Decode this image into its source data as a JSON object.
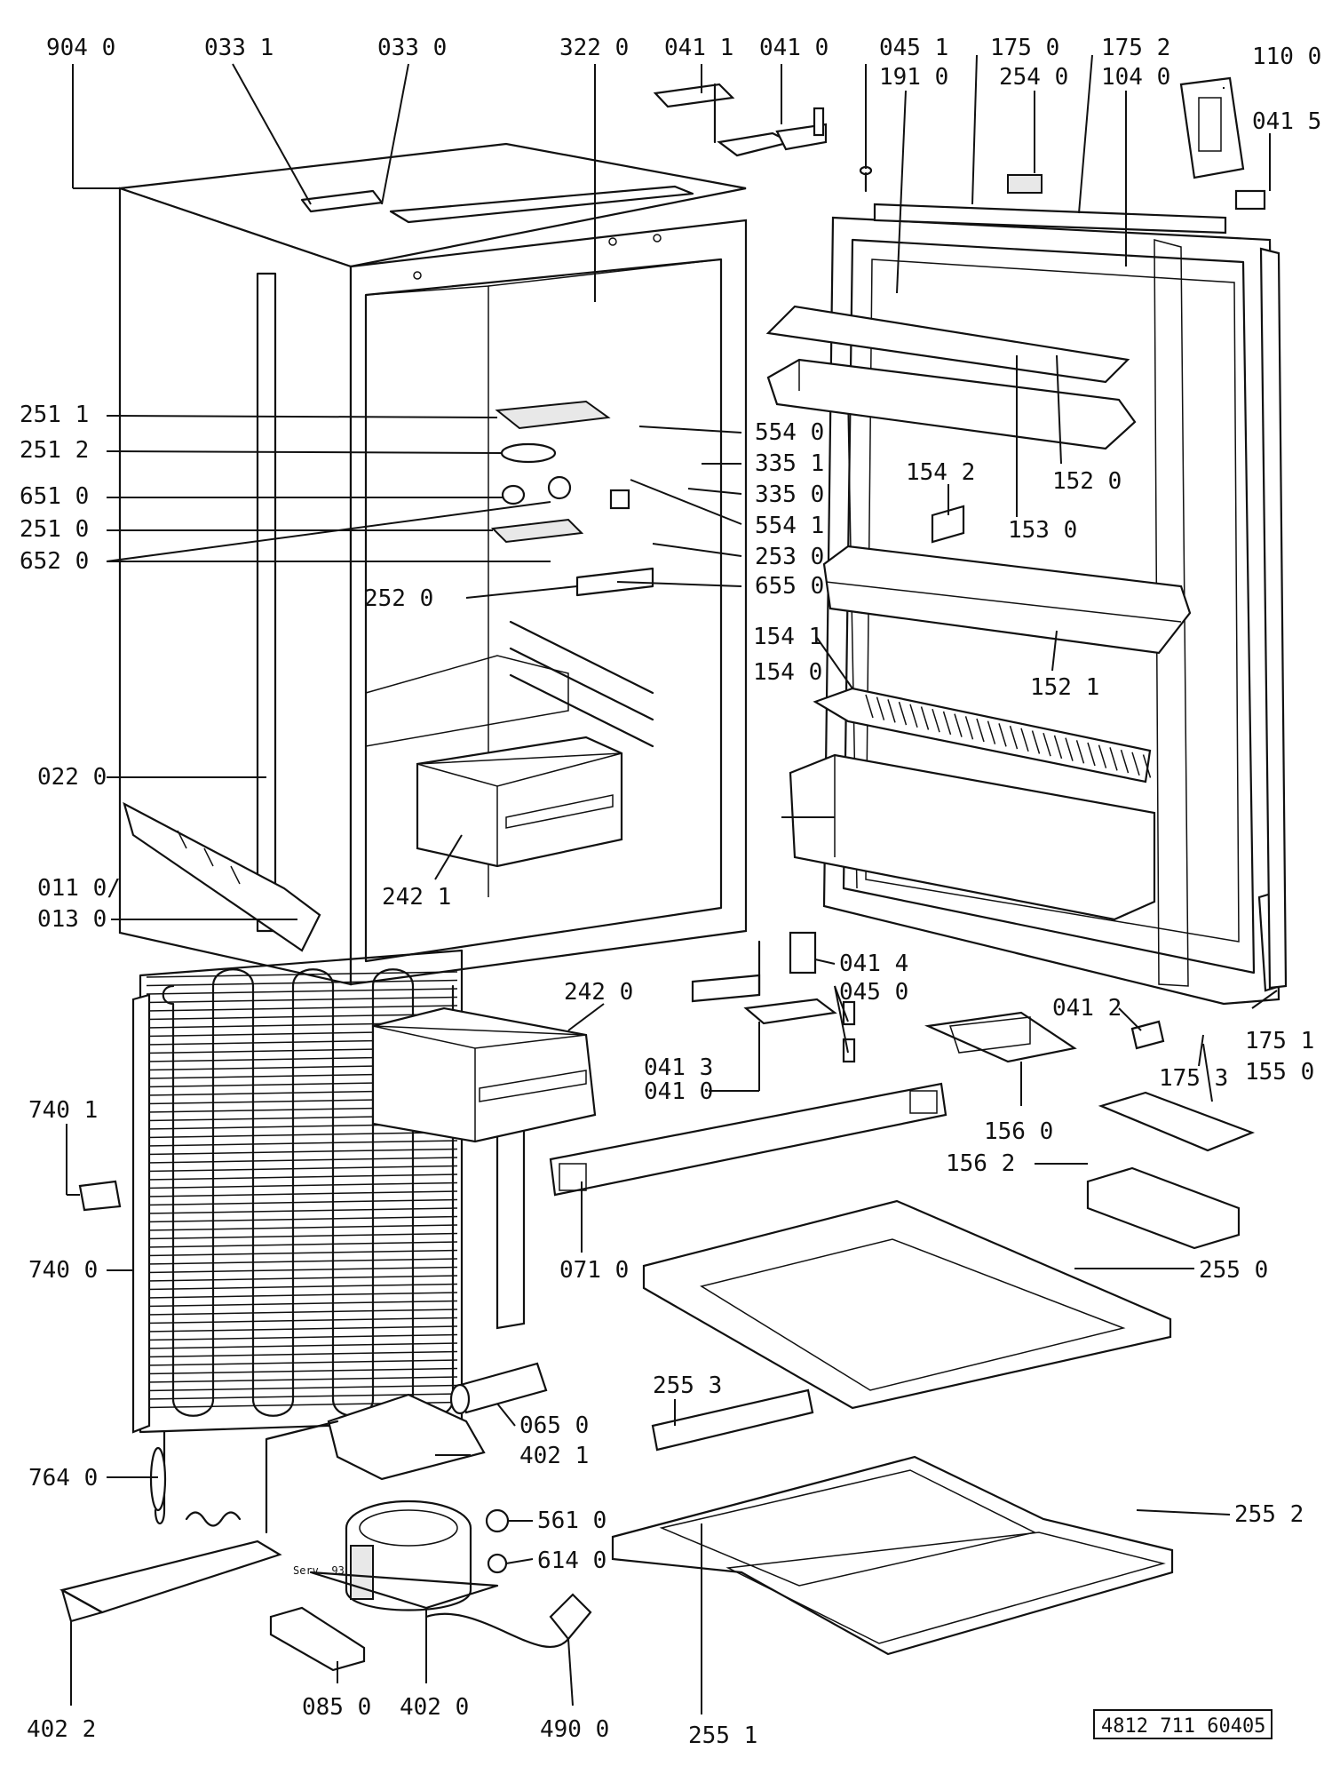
{
  "labels": {
    "l9040": "904 0",
    "l0331": "033 1",
    "l0330": "033 0",
    "l3220": "322 0",
    "l0411a": "041 1",
    "l0410a": "041 0",
    "l0451": "045 1",
    "l1910": "191 0",
    "l1750": "175 0",
    "l2540": "254 0",
    "l1752": "175 2",
    "l1040": "104 0",
    "l1100": "110 0",
    "l0415": "041 5",
    "l2511": "251 1",
    "l2512": "251 2",
    "l6510": "651 0",
    "l2510": "251 0",
    "l6520": "652 0",
    "l2520": "252 0",
    "l5540": "554 0",
    "l3351": "335 1",
    "l3350": "335 0",
    "l5541": "554 1",
    "l2530": "253 0",
    "l6550": "655 0",
    "l1542": "154 2",
    "l1520": "152 0",
    "l1530": "153 0",
    "l1541": "154 1",
    "l1540": "154 0",
    "l1521": "152 1",
    "l0220": "022 0",
    "l2421": "242 1",
    "l0110": "011 0/",
    "l0130": "013 0",
    "l2420": "242 0",
    "l0414": "041 4",
    "l0450": "045 0",
    "l0413": "041 3",
    "l0410b": "041 0",
    "l0412": "041 2",
    "l1751": "175 1",
    "l1753": "175 3",
    "l1550": "155 0",
    "l1560": "156 0",
    "l1562": "156 2",
    "l7401": "740 1",
    "l7400": "740 0",
    "l0710": "071 0",
    "l2550": "255 0",
    "l2553": "255 3",
    "l0650": "065 0",
    "l4021": "402 1",
    "l7640": "764 0",
    "l5610": "561 0",
    "l6140": "614 0",
    "l2552": "255 2",
    "l4022": "402 2",
    "l0850": "085 0",
    "l4020": "402 0",
    "l4900": "490 0",
    "l2551": "255 1"
  },
  "doc_code": "4812 711 60405",
  "compressor_marking": "Serv. 93"
}
